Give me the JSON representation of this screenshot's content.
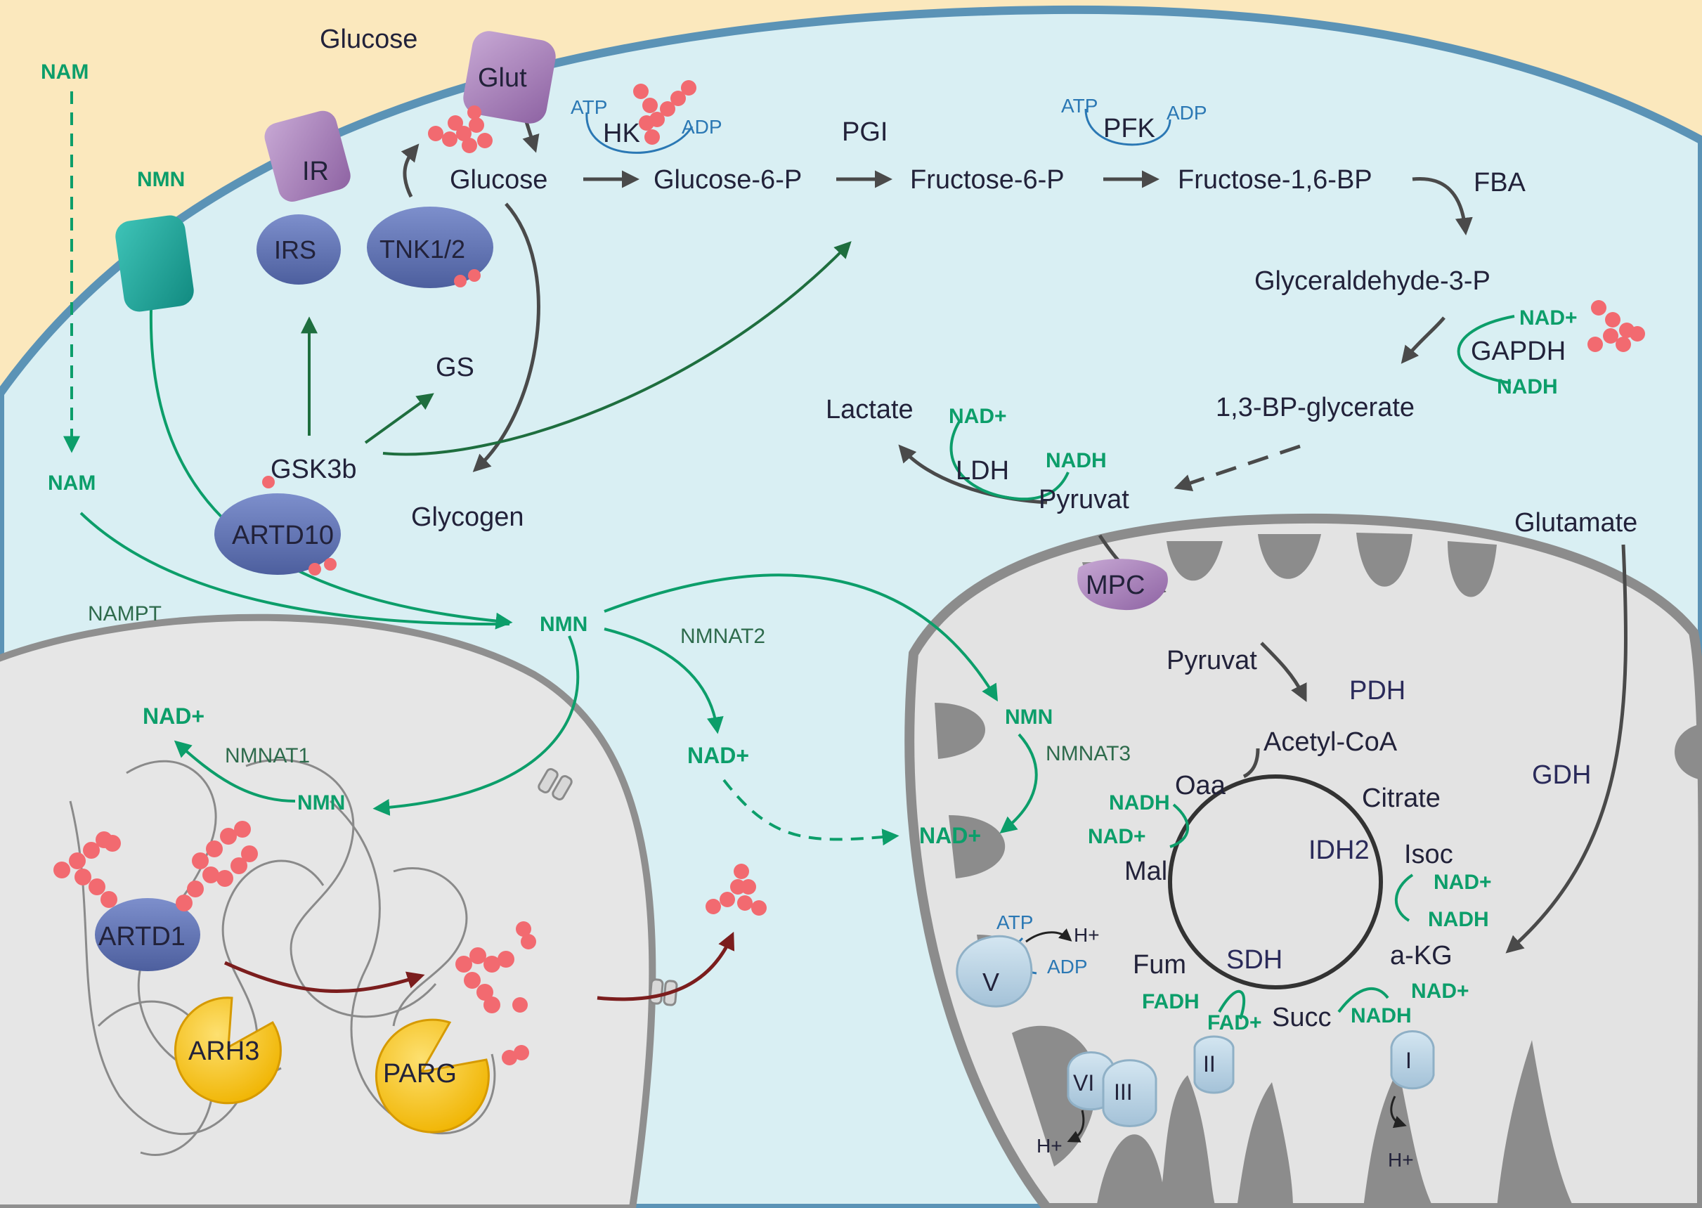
{
  "colors": {
    "extracellular": "#fbe8bd",
    "cytoplasm": "#d9eff3",
    "membrane": "#5b93b6",
    "nucleus": "#e6e6e6",
    "mitochondrion": "#e3e3e3",
    "cristae": "#8c8c8c",
    "green_text": "#0c9e6a",
    "blue_text": "#2b78b4",
    "par_chain": "#f26a70",
    "purple_protein": "#a77fb8",
    "blue_protein": "#5d6fb0",
    "teal_protein": "#1aa59b",
    "yellow_enzyme": "#f5c21a",
    "complex_blue": "#b9d3e4"
  },
  "transport": {
    "nam_out": "NAM",
    "nmn_out": "NMN",
    "nam_in": "NAM",
    "nampt": "NAMPT",
    "nmn_center": "NMN",
    "nmnat2": "NMNAT2",
    "nad_cyto": "NAD+"
  },
  "signaling": {
    "glucose_out": "Glucose",
    "glut": "Glut",
    "ir": "IR",
    "irs": "IRS",
    "tnk": "TNK1/2",
    "gs": "GS",
    "gsk3b": "GSK3b",
    "artd10": "ARTD10",
    "glycogen": "Glycogen"
  },
  "glycolysis": {
    "glucose": "Glucose",
    "hk": "HK",
    "hk_atp": "ATP",
    "hk_adp": "ADP",
    "g6p": "Glucose-6-P",
    "pgi": "PGI",
    "f6p": "Fructose-6-P",
    "pfk": "PFK",
    "pfk_atp": "ATP",
    "pfk_adp": "ADP",
    "f16bp": "Fructose-1,6-BP",
    "fba": "FBA",
    "g3p": "Glyceraldehyde-3-P",
    "gapdh": "GAPDH",
    "gapdh_nad": "NAD+",
    "gapdh_nadh": "NADH",
    "bpg": "1,3-BP-glycerate",
    "pyruvat": "Pyruvat",
    "lactate": "Lactate",
    "ldh": "LDH",
    "ldh_nad": "NAD+",
    "ldh_nadh": "NADH"
  },
  "nucleus": {
    "nad": "NAD+",
    "nmnat1": "NMNAT1",
    "nmn": "NMN",
    "artd1": "ARTD1",
    "arh3": "ARH3",
    "parg": "PARG"
  },
  "mito": {
    "glutamate": "Glutamate",
    "mpc": "MPC",
    "pyruvat": "Pyruvat",
    "pdh": "PDH",
    "acetyl": "Acetyl-CoA",
    "gdh": "GDH",
    "nmn": "NMN",
    "nmnat3": "NMNAT3",
    "nad": "NAD+",
    "oaa": "Oaa",
    "citrate": "Citrate",
    "mal": "Mal",
    "mal_nadh": "NADH",
    "mal_nad": "NAD+",
    "idh2": "IDH2",
    "isoc": "Isoc",
    "isoc_nad": "NAD+",
    "isoc_nadh": "NADH",
    "fum": "Fum",
    "sdh": "SDH",
    "akg": "a-KG",
    "fadh": "FADH",
    "fad": "FAD+",
    "succ": "Succ",
    "akg_nad": "NAD+",
    "akg_nadh": "NADH",
    "c_v": "V",
    "v_atp": "ATP",
    "v_adp": "ADP",
    "v_h": "H+",
    "c_vi": "VI",
    "c_iii": "III",
    "c_ii": "II",
    "c_i": "I",
    "h_left": "H+",
    "h_right": "H+"
  }
}
